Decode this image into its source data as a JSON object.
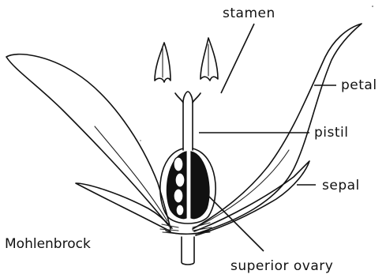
{
  "figure": {
    "labels": {
      "stamen": "stamen",
      "petal": "petal",
      "pistil": "pistil",
      "sepal": "sepal",
      "superior_ovary": "superior ovary"
    },
    "credit": "Mohlenbrock"
  }
}
